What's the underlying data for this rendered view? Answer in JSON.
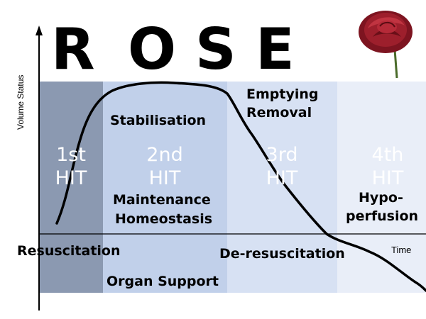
{
  "title_letters": [
    "R",
    "O",
    "S",
    "E"
  ],
  "axis": {
    "y_label": "Volume Status",
    "x_label": "Time"
  },
  "phases": [
    {
      "hit_ordinal": "1st",
      "hit_word": "HIT",
      "color": "#8b99b1"
    },
    {
      "hit_ordinal": "2nd",
      "hit_word": "HIT",
      "color": "#c1d0ea"
    },
    {
      "hit_ordinal": "3rd",
      "hit_word": "HIT",
      "color": "#d7e1f3"
    },
    {
      "hit_ordinal": "4th",
      "hit_word": "HIT",
      "color": "#e9eef8"
    }
  ],
  "labels": {
    "stabilisation": "Stabilisation",
    "emptying_line1": "Emptying",
    "emptying_line2": "Removal",
    "maintenance_line1": "Maintenance",
    "maintenance_line2": "Homeostasis",
    "hypo_line1": "Hypo-",
    "hypo_line2": "perfusion",
    "resuscitation": "Resuscitation",
    "de_resuscitation": "De-resuscitation",
    "organ_support": "Organ Support"
  },
  "icons": {
    "rose": "rose-icon"
  },
  "curve_color": "#000000"
}
